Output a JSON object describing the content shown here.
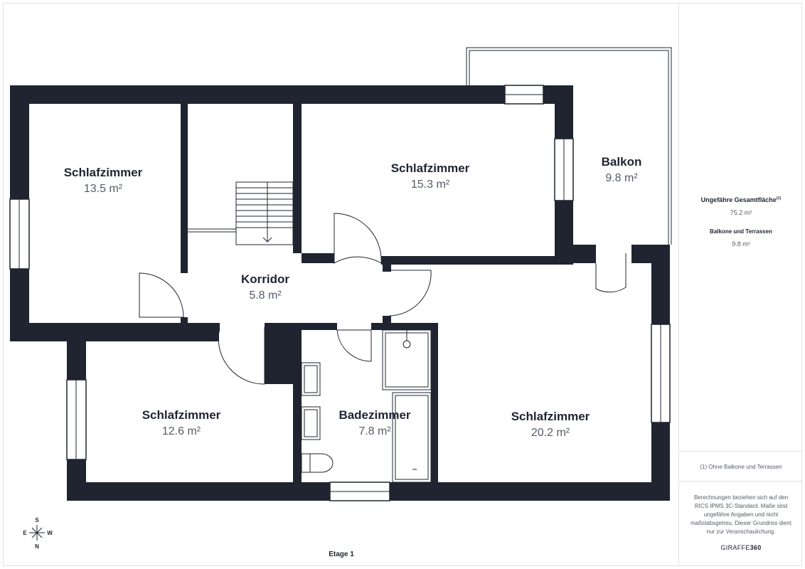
{
  "plan": {
    "rooms": [
      {
        "id": "sz1",
        "name": "Schlafzimmer",
        "area": "13.5 m²"
      },
      {
        "id": "sz2",
        "name": "Schlafzimmer",
        "area": "15.3 m²"
      },
      {
        "id": "balkon",
        "name": "Balkon",
        "area": "9.8 m²"
      },
      {
        "id": "korridor",
        "name": "Korridor",
        "area": "5.8 m²"
      },
      {
        "id": "sz3",
        "name": "Schlafzimmer",
        "area": "12.6 m²"
      },
      {
        "id": "bad",
        "name": "Badezimmer",
        "area": "7.8 m²"
      },
      {
        "id": "sz4",
        "name": "Schlafzimmer",
        "area": "20.2 m²"
      }
    ],
    "floor_label": "Etage 1",
    "compass": {
      "s": "S",
      "e": "E",
      "w": "W",
      "n": "N"
    }
  },
  "summary": {
    "total_title": "Ungefähre Gesamtfläche",
    "total_footnote_ref": "(1)",
    "total_value": "75.2 m²",
    "balcony_title": "Balkone und Terrassen",
    "balcony_value": "9.8 m²",
    "footnote": "(1) Ohne Balkone und Terrassen",
    "disclaimer": "Berechnungen beziehen sich auf den RICS IPMS 3C-Standard. Maße sind ungefähre Angaben und nicht maßstabsgetreu. Dieser Grundriss dient nur zur Veranschaulichung.",
    "brand_light": "GIRAFFE",
    "brand_bold": "360"
  },
  "colors": {
    "wall": "#1f2430",
    "text": "#1f2430",
    "muted": "#555b66",
    "border": "#e1e1e1"
  }
}
